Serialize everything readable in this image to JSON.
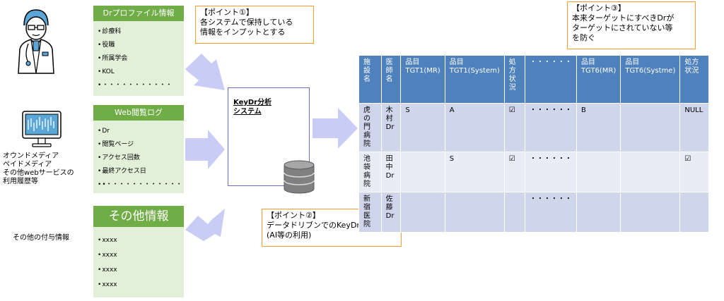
{
  "sources": {
    "dr_profile": {
      "title": "Drプロファイル情報",
      "items": [
        "診療科",
        "役職",
        "所属学会",
        "KOL"
      ],
      "more": "・・・・・・・・・・・"
    },
    "web_log": {
      "title": "Web閲覧ログ",
      "items": [
        "Dr",
        "閲覧ページ",
        "アクセス回数",
        "最終アクセス日"
      ],
      "more": "•・・・・・・・・・・・・"
    },
    "other": {
      "title": "その他情報",
      "items": [
        "xxxx",
        "xxxx",
        "xxxx",
        "xxxx"
      ]
    }
  },
  "left_labels": {
    "media": [
      "オウンドメディア",
      "ペイドメディア",
      "その他webサービスの",
      "利用履歴等"
    ],
    "other": "その他の付与情報"
  },
  "callouts": {
    "p1": [
      "【ポイント①】",
      "各システムで保持している",
      "情報をインプットとする"
    ],
    "p2": [
      "【ポイント②】",
      "データドリブンでのKeyDr分析",
      "(AI等の利用)"
    ],
    "p3": [
      "【ポイント③】",
      "本来ターゲットにすべきDrが",
      "ターゲットにされていない等",
      "を防ぐ"
    ]
  },
  "system": {
    "title_line1": "KeyDr分析",
    "title_line2": "システム"
  },
  "table": {
    "headers": [
      "施設名",
      "医師名",
      "品目TGT1(MR)",
      "品目TGT1(System)",
      "処方状況",
      "・・・・・・",
      "品目TGT6(MR)",
      "品目TGT6(Systme)",
      "処方状況"
    ],
    "rows": [
      [
        "虎の門病院",
        "木村Dr",
        "S",
        "A",
        "☑",
        "・・・・・・",
        "B",
        "",
        "NULL"
      ],
      [
        "池袋病院",
        "田中Dr",
        "",
        "S",
        "☑",
        "・・・・・・",
        "",
        "",
        "☑"
      ],
      [
        "新宿医院",
        "佐藤Dr",
        "",
        "",
        "",
        "・・・・・・",
        "",
        "",
        ""
      ]
    ]
  },
  "colors": {
    "green_header": "#70ad47",
    "green_light": "#e2efd9",
    "table_header": "#4f81bd",
    "arrow": "#c9cdf5",
    "callout_border": "#f0a030"
  }
}
